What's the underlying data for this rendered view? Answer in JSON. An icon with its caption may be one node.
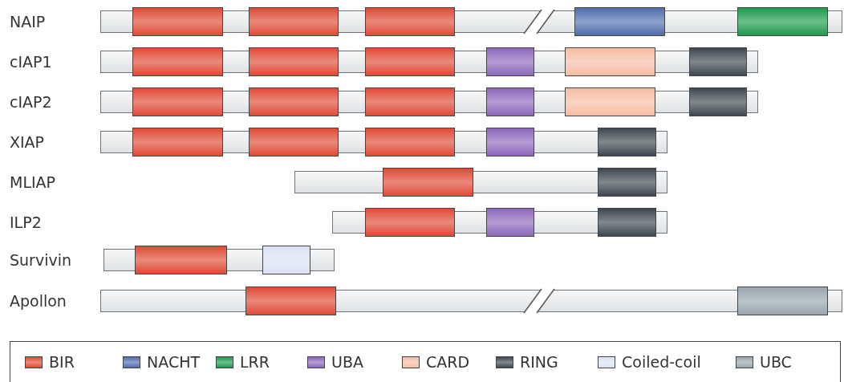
{
  "diagram": {
    "nodes": [
      {
        "text": [],
        "shape": "bar",
        "beside": [
          "NAIP"
        ]
      },
      {
        "text": [],
        "shape": "box",
        "in": 0
      },
      {
        "text": [],
        "shape": "box",
        "in": 0
      },
      {
        "text": [],
        "shape": "box",
        "in": 0
      },
      {
        "text": [],
        "shape": "box",
        "in": 0
      },
      {
        "text": [],
        "shape": "box",
        "in": 0
      },
      {
        "text": [],
        "shape": "bar",
        "beside": [
          "cIAP1"
        ]
      },
      {
        "text": [],
        "shape": "box",
        "in": 6
      },
      {
        "text": [],
        "shape": "box",
        "in": 6
      },
      {
        "text": [],
        "shape": "box",
        "in": 6
      },
      {
        "text": [],
        "shape": "box",
        "in": 6
      },
      {
        "text": [],
        "shape": "box",
        "in": 6
      },
      {
        "text": [],
        "shape": "box",
        "in": 6
      },
      {
        "text": [],
        "shape": "bar",
        "beside": [
          "cIAP2"
        ]
      },
      {
        "text": [],
        "shape": "box",
        "in": 13
      },
      {
        "text": [],
        "shape": "box",
        "in": 13
      },
      {
        "text": [],
        "shape": "box",
        "in": 13
      },
      {
        "text": [],
        "shape": "box",
        "in": 13
      },
      {
        "text": [],
        "shape": "box",
        "in": 13
      },
      {
        "text": [],
        "shape": "box",
        "in": 13
      },
      {
        "text": [],
        "shape": "bar",
        "beside": [
          "XIAP"
        ]
      },
      {
        "text": [],
        "shape": "box",
        "in": 20
      },
      {
        "text": [],
        "shape": "box",
        "in": 20
      },
      {
        "text": [],
        "shape": "box",
        "in": 20
      },
      {
        "text": [],
        "shape": "box",
        "in": 20
      },
      {
        "text": [],
        "shape": "box",
        "in": 20
      },
      {
        "text": [],
        "shape": "bar"
      },
      {
        "text": [],
        "shape": "box",
        "in": 26
      },
      {
        "text": [],
        "shape": "box",
        "in": 26
      },
      {
        "text": [],
        "shape": "bar"
      },
      {
        "text": [],
        "shape": "box",
        "in": 29
      },
      {
        "text": [],
        "shape": "box",
        "in": 29
      },
      {
        "text": [],
        "shape": "box",
        "in": 29
      },
      {
        "text": [],
        "shape": "bar",
        "beside": [
          "Survivin"
        ]
      },
      {
        "text": [],
        "shape": "box",
        "in": 33
      },
      {
        "text": [],
        "shape": "box",
        "in": 33
      },
      {
        "text": [],
        "shape": "bar",
        "beside": [
          "Apollon"
        ]
      },
      {
        "text": [],
        "shape": "box",
        "in": 36
      },
      {
        "text": [],
        "shape": "box",
        "in": 36
      }
    ],
    "labels": [
      "MLIAP",
      "ILP2"
    ],
    "legend": [
      {
        "text": "BIR",
        "color": "#e04a35"
      },
      {
        "text": "NACHT",
        "color": "#4f6eae"
      },
      {
        "text": "LRR",
        "color": "#1e9a4e"
      },
      {
        "text": "UBA",
        "color": "#8c68bb"
      },
      {
        "text": "CARD",
        "color": "#f7bca3"
      },
      {
        "text": "RING",
        "color": "#3e4852"
      },
      {
        "text": "Coiled-coil",
        "color": "#dbe2f4"
      },
      {
        "text": "UBC",
        "color": "#98a6ae"
      }
    ]
  }
}
